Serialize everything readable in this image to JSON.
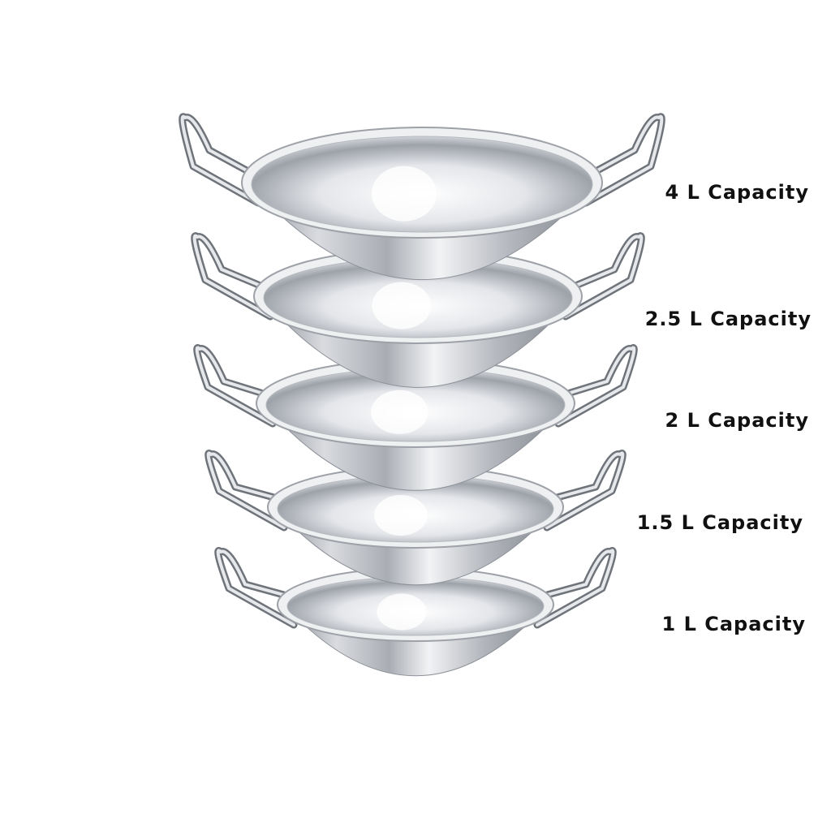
{
  "product": {
    "capacities": [
      {
        "label": "4 L Capacity",
        "liters": 4
      },
      {
        "label": "2.5 L Capacity",
        "liters": 2.5
      },
      {
        "label": "2 L Capacity",
        "liters": 2
      },
      {
        "label": "1.5 L Capacity",
        "liters": 1.5
      },
      {
        "label": "1 L Capacity",
        "liters": 1
      }
    ]
  },
  "colors": {
    "steel_light": "#f4f5f7",
    "steel_mid": "#c3c6cc",
    "steel_dark": "#7f848c",
    "text": "#111111"
  }
}
